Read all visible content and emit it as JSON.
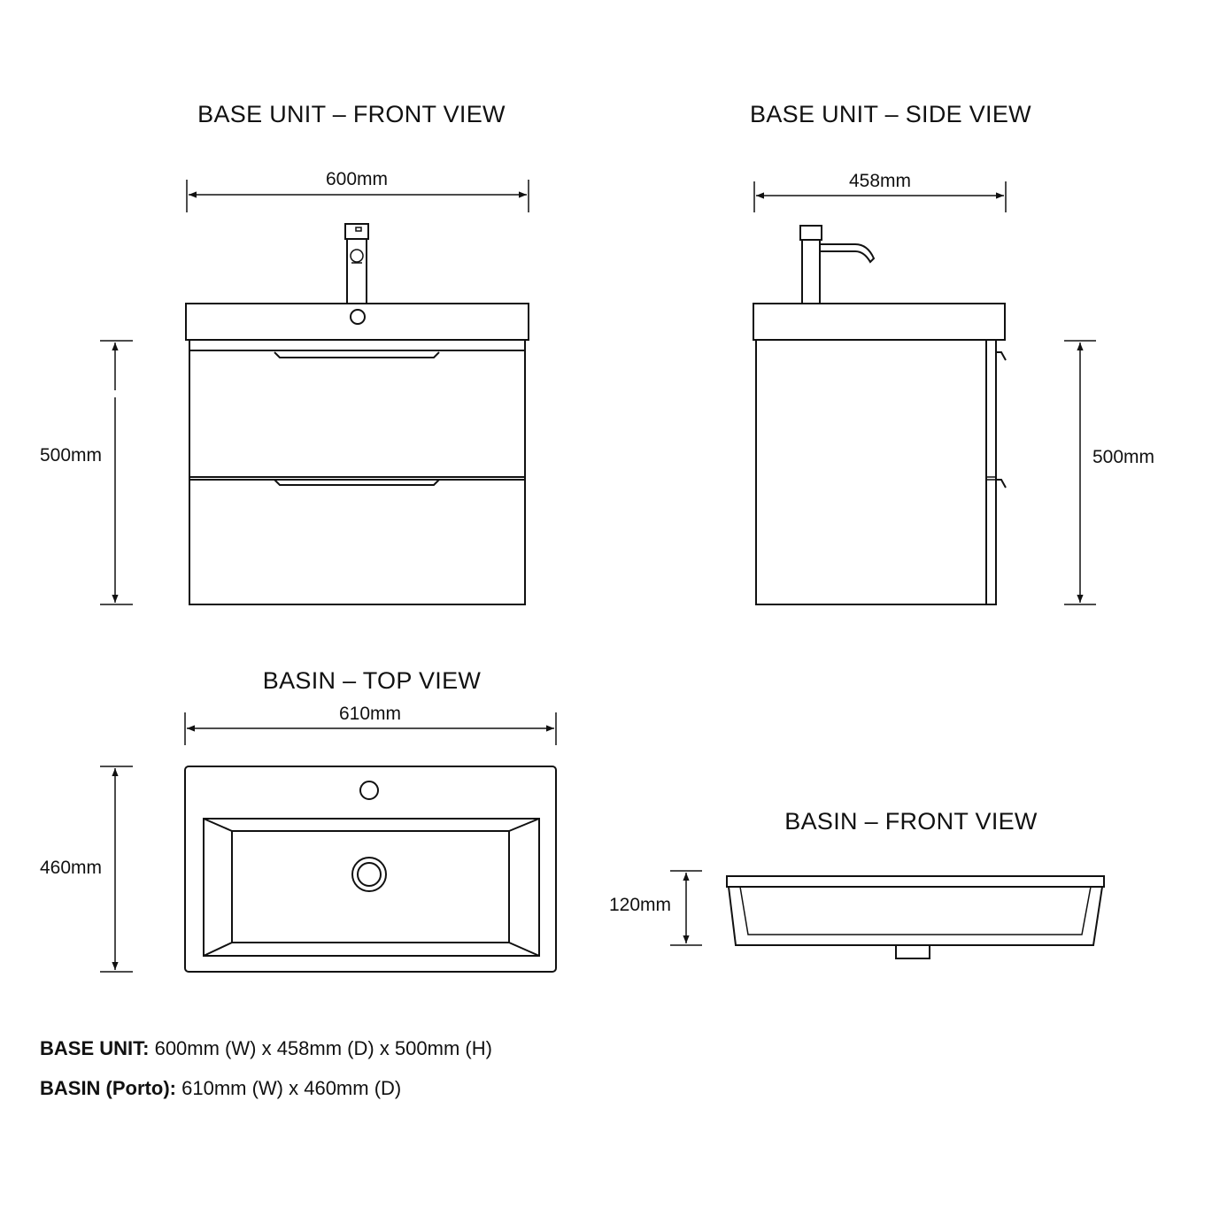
{
  "views": {
    "base_front": {
      "title": "BASE UNIT – FRONT VIEW",
      "width": "600mm",
      "height": "500mm"
    },
    "base_side": {
      "title": "BASE UNIT – SIDE VIEW",
      "depth": "458mm",
      "height": "500mm"
    },
    "basin_top": {
      "title": "BASIN – TOP VIEW",
      "width": "610mm",
      "depth": "460mm"
    },
    "basin_front": {
      "title": "BASIN – FRONT VIEW",
      "height": "120mm"
    }
  },
  "specs": {
    "base_label": "BASE UNIT:",
    "base_value": "600mm (W) x 458mm (D) x 500mm (H)",
    "basin_label": "BASIN (Porto):",
    "basin_value": "610mm (W) x 460mm (D)"
  }
}
